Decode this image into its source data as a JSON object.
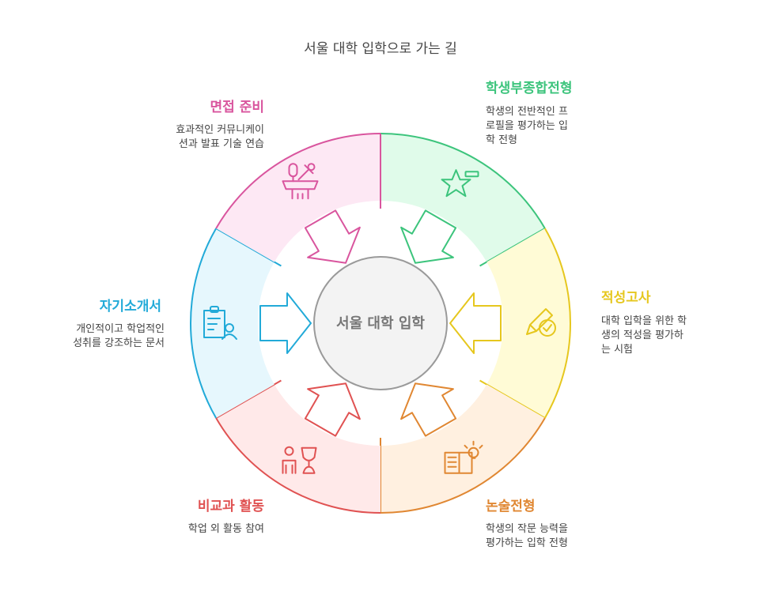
{
  "title": "서울 대학 입학으로 가는 길",
  "center": {
    "label": "서울 대학 입학"
  },
  "segments": [
    {
      "id": "comprehensive",
      "title": "학생부종합전형",
      "desc": [
        "학생의 전반적인 프",
        "로필을 평가하는 입",
        "학 전형"
      ],
      "color": "#3cc47c",
      "fill": "#e0fbea",
      "icon": "star-icon"
    },
    {
      "id": "aptitude",
      "title": "적성고사",
      "desc": [
        "대학 입학을 위한 학",
        "생의 적성을 평가하",
        "는 시험"
      ],
      "color": "#e6c71e",
      "fill": "#fffbd6",
      "icon": "pencil-check-icon"
    },
    {
      "id": "essay",
      "title": "논술전형",
      "desc": [
        "학생의 작문 능력을",
        "평가하는 입학 전형"
      ],
      "color": "#e08732",
      "fill": "#fff0e0",
      "icon": "book-lightbulb-icon"
    },
    {
      "id": "extracurricular",
      "title": "비교과 활동",
      "desc": [
        "학업 외 활동 참여"
      ],
      "color": "#e05252",
      "fill": "#ffe9e9",
      "icon": "trophy-person-icon"
    },
    {
      "id": "self-intro",
      "title": "자기소개서",
      "desc": [
        "개인적이고 학업적인",
        "성취를 강조하는 문서"
      ],
      "color": "#22aad8",
      "fill": "#e6f7fd",
      "icon": "clipboard-user-icon"
    },
    {
      "id": "interview",
      "title": "면접 준비",
      "desc": [
        "효과적인 커뮤니케이",
        "션과 발표 기술 연습"
      ],
      "color": "#d9559e",
      "fill": "#fde8f4",
      "icon": "podium-microphone-icon"
    }
  ]
}
